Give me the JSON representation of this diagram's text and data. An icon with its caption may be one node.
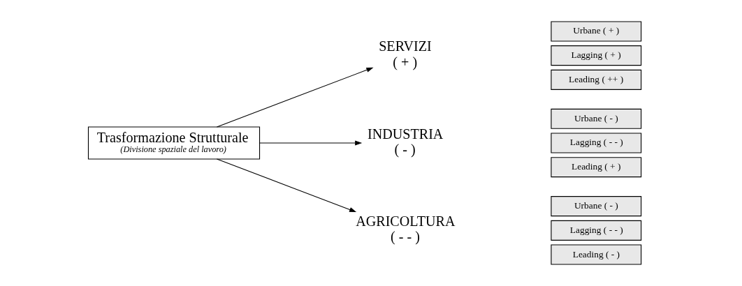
{
  "diagram": {
    "nodes": [
      {
        "text": [
          "Trasformazione Strutturale",
          "(Divisione spaziale del lavoro)"
        ]
      },
      {
        "text": [
          "SERVIZI",
          "( + )"
        ]
      },
      {
        "text": [
          "Urbane ( + )"
        ]
      },
      {
        "text": [
          "Lagging ( + )"
        ]
      },
      {
        "text": [
          "Leading ( ++ )"
        ]
      },
      {
        "text": [
          "INDUSTRIA",
          "( - )"
        ]
      },
      {
        "text": [
          "Urbane ( - )"
        ]
      },
      {
        "text": [
          "Lagging ( - - )"
        ]
      },
      {
        "text": [
          "Leading ( + )"
        ]
      },
      {
        "text": [
          "AGRICOLTURA",
          "( - - )"
        ]
      },
      {
        "text": [
          "Urbane ( - )"
        ]
      },
      {
        "text": [
          "Lagging ( - - )"
        ]
      },
      {
        "text": [
          "Leading ( - )"
        ]
      }
    ],
    "edges": [
      {
        "from": 0,
        "to": 1,
        "arrow": "to"
      },
      {
        "from": 0,
        "to": 5,
        "arrow": "to"
      },
      {
        "from": 0,
        "to": 9,
        "arrow": "to"
      }
    ]
  }
}
